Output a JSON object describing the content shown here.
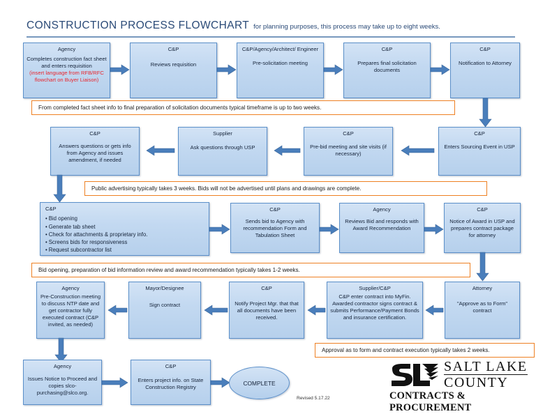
{
  "title": {
    "main": "CONSTRUCTION PROCESS FLOWCHART",
    "sub": "for planning purposes, this process may take up to eight weeks."
  },
  "boxes": [
    {
      "id": "agency-fact-sheet",
      "header": "Agency",
      "body": "Completes construction fact sheet and enters requisition",
      "note_red": "(insert language from RFB/RFC flowchart on Buyer Liaison)"
    },
    {
      "id": "cp-reviews-requisition",
      "header": "C&P",
      "body": "Reviews requisition"
    },
    {
      "id": "pre-solicitation-meeting",
      "header": "C&P/Agency/Architect/ Engineer",
      "body": "Pre-solicitation meeting"
    },
    {
      "id": "prepares-final-solicitation",
      "header": "C&P",
      "body": "Prepares final solicitation documents"
    },
    {
      "id": "notification-to-attorney",
      "header": "C&P",
      "body": "Notification to Attorney"
    },
    {
      "id": "enters-sourcing-event",
      "header": "C&P",
      "body": "Enters Sourcing Event in USP"
    },
    {
      "id": "pre-bid-meeting",
      "header": "C&P",
      "body": "Pre-bid meeting and site visits (if necessary)"
    },
    {
      "id": "supplier-ask-questions",
      "header": "Supplier",
      "body": "Ask questions through USP"
    },
    {
      "id": "cp-answers-questions",
      "header": "C&P",
      "body": "Answers questions or gets info from Agency and issues amendment, if needed"
    },
    {
      "id": "cp-bid-opening",
      "header": "C&P",
      "bullets": [
        "Bid opening",
        "Generate tab sheet",
        "Check for attachments & proprietary info.",
        "Screens bids for responsiveness",
        "Request subcontractor list"
      ]
    },
    {
      "id": "sends-bid-to-agency",
      "header": "C&P",
      "body": "Sends bid to Agency with recommendation Form and Tabulation Sheet"
    },
    {
      "id": "agency-reviews-bid",
      "header": "Agency",
      "body": "Reviews Bid and responds with Award Recommendation"
    },
    {
      "id": "notice-of-award",
      "header": "C&P",
      "body": "Notice of Award in USP and prepares contract package for attorney"
    },
    {
      "id": "attorney-approve-as-to-form",
      "header": "Attorney",
      "body": "\"Approve as to Form\" contract"
    },
    {
      "id": "supplier-cp-contract",
      "header": "Supplier/C&P",
      "body": "C&P enter contract into MyFin. Awarded contractor signs contract & submits Performance/Payment Bonds and insurance certification."
    },
    {
      "id": "notify-project-mgr",
      "header": "C&P",
      "body": "Notify Project Mgr. that that all documents have been received."
    },
    {
      "id": "mayor-sign-contract",
      "header": "Mayor/Designee",
      "body": "Sign contract"
    },
    {
      "id": "pre-construction-meeting",
      "header": "Agency",
      "body": "Pre-Construction meeting to discuss NTP date and get contractor fully executed contract (C&P invited, as needed)"
    },
    {
      "id": "issues-notice-to-proceed",
      "header": "Agency",
      "body": "Issues Notice to Proceed and copies slco-purchasing@slco.org."
    },
    {
      "id": "enters-project-info",
      "header": "C&P",
      "body": "Enters project info. on State Construction Registry"
    }
  ],
  "notes": [
    {
      "id": "note-timeframe-two-weeks",
      "text": "From completed fact sheet info to final preparation of solicitation documents typical timeframe is up to two weeks."
    },
    {
      "id": "note-public-advertising",
      "text": "Public advertising typically takes 3 weeks.  Bids will not be advertised until plans and drawings are complete."
    },
    {
      "id": "note-bid-opening",
      "text": "Bid opening, preparation of bid information review and award recommendation typically takes 1-2 weeks."
    },
    {
      "id": "note-approval-form",
      "text": "Approval as to form and contract execution typically takes 2 weeks."
    }
  ],
  "terminator": {
    "label": "COMPLETE"
  },
  "revision": "Revised 5.17.22",
  "logo": {
    "line1": "SALT LAKE",
    "line2": "COUNTY",
    "line3": "CONTRACTS & PROCUREMENT",
    "monogram": "SL"
  },
  "colors": {
    "accent_blue": "#4a76a8",
    "box_fill": "#c3d9f1",
    "box_border": "#5b8fc9",
    "note_border": "#ee8022",
    "red_text": "#e8262d",
    "title_color": "#2a4a77"
  }
}
